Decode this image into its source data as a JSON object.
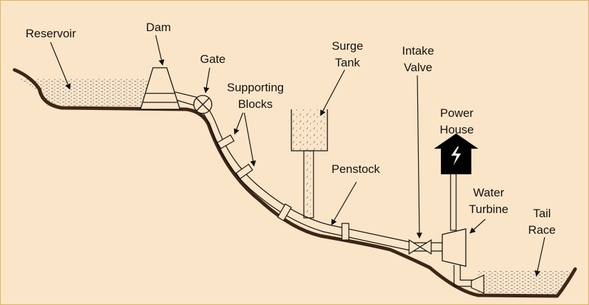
{
  "diagram": {
    "labels": {
      "reservoir": "Reservoir",
      "dam": "Dam",
      "gate": "Gate",
      "supporting_blocks": [
        "Supporting",
        "Blocks"
      ],
      "surge_tank": [
        "Surge",
        "Tank"
      ],
      "intake_valve": [
        "Intake",
        "Valve"
      ],
      "power_house": [
        "Power",
        "House"
      ],
      "penstock": "Penstock",
      "water_turbine": [
        "Water",
        "Turbine"
      ],
      "tail_race": [
        "Tail",
        "Race"
      ]
    },
    "colors": {
      "background": "#fbe5c8",
      "frame": "#d9b25a",
      "ground": "#3d2616",
      "water_dots": "#8a8a8a",
      "ink": "#111111",
      "power_house_fill": "#000000"
    }
  }
}
